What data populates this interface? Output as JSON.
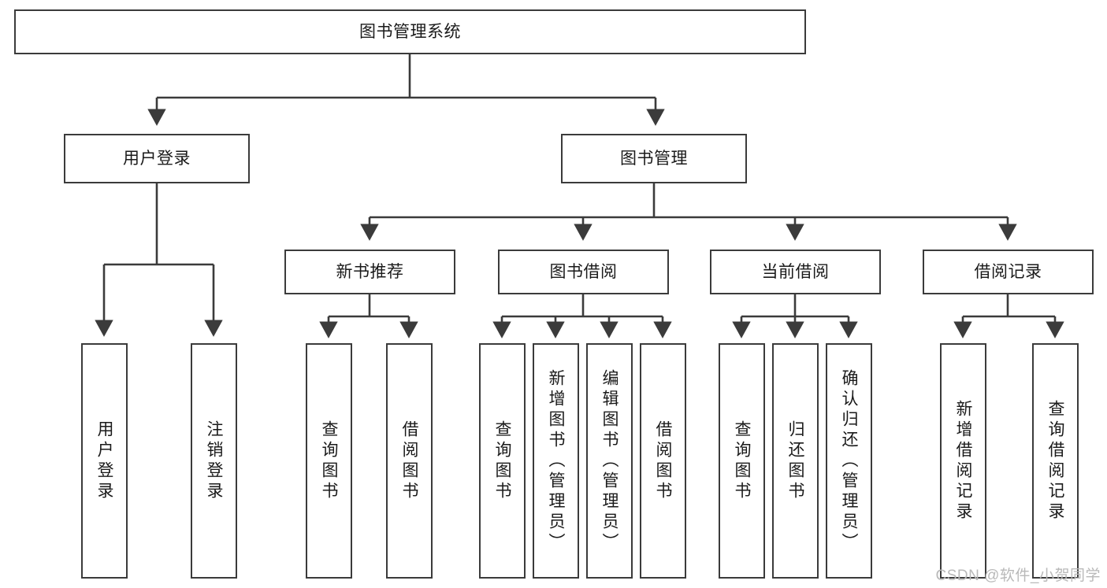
{
  "diagram": {
    "title": "图书管理系统",
    "type": "hierarchy-tree",
    "colors": {
      "box_border": "#3b3b3b",
      "box_fill": "#ffffff",
      "connector": "#3b3b3b",
      "text": "#1a1a1a",
      "watermark": "#b9b9b9"
    },
    "root": {
      "id": "root",
      "label": "图书管理系统",
      "orientation": "horizontal"
    },
    "level1": [
      {
        "id": "user-login",
        "label": "用户登录",
        "orientation": "horizontal"
      },
      {
        "id": "book-management",
        "label": "图书管理",
        "orientation": "horizontal"
      }
    ],
    "level2": [
      {
        "id": "new-book-recommend",
        "label": "新书推荐",
        "orientation": "horizontal",
        "parent": "book-management"
      },
      {
        "id": "book-borrow",
        "label": "图书借阅",
        "orientation": "horizontal",
        "parent": "book-management"
      },
      {
        "id": "current-borrow",
        "label": "当前借阅",
        "orientation": "horizontal",
        "parent": "book-management"
      },
      {
        "id": "borrow-record",
        "label": "借阅记录",
        "orientation": "horizontal",
        "parent": "book-management"
      }
    ],
    "leaves": [
      {
        "id": "leaf-user-login",
        "label": "用户登录",
        "parent": "user-login"
      },
      {
        "id": "leaf-logout-login",
        "label": "注销登录",
        "parent": "user-login"
      },
      {
        "id": "leaf-query-book-1",
        "label": "查询图书",
        "parent": "new-book-recommend"
      },
      {
        "id": "leaf-borrow-book-1",
        "label": "借阅图书",
        "parent": "new-book-recommend"
      },
      {
        "id": "leaf-query-book-2",
        "label": "查询图书",
        "parent": "book-borrow"
      },
      {
        "id": "leaf-add-book",
        "label": "新增图书（管理员）",
        "parent": "book-borrow"
      },
      {
        "id": "leaf-edit-book",
        "label": "编辑图书（管理员）",
        "parent": "book-borrow"
      },
      {
        "id": "leaf-borrow-book-2",
        "label": "借阅图书",
        "parent": "book-borrow"
      },
      {
        "id": "leaf-query-book-3",
        "label": "查询图书",
        "parent": "current-borrow"
      },
      {
        "id": "leaf-return-book",
        "label": "归还图书",
        "parent": "current-borrow"
      },
      {
        "id": "leaf-confirm-return",
        "label": "确认归还（管理员）",
        "parent": "current-borrow"
      },
      {
        "id": "leaf-add-record",
        "label": "新增借阅记录",
        "parent": "borrow-record"
      },
      {
        "id": "leaf-query-record",
        "label": "查询借阅记录",
        "parent": "borrow-record"
      }
    ],
    "watermark": "CSDN @软件_小贺同学"
  }
}
